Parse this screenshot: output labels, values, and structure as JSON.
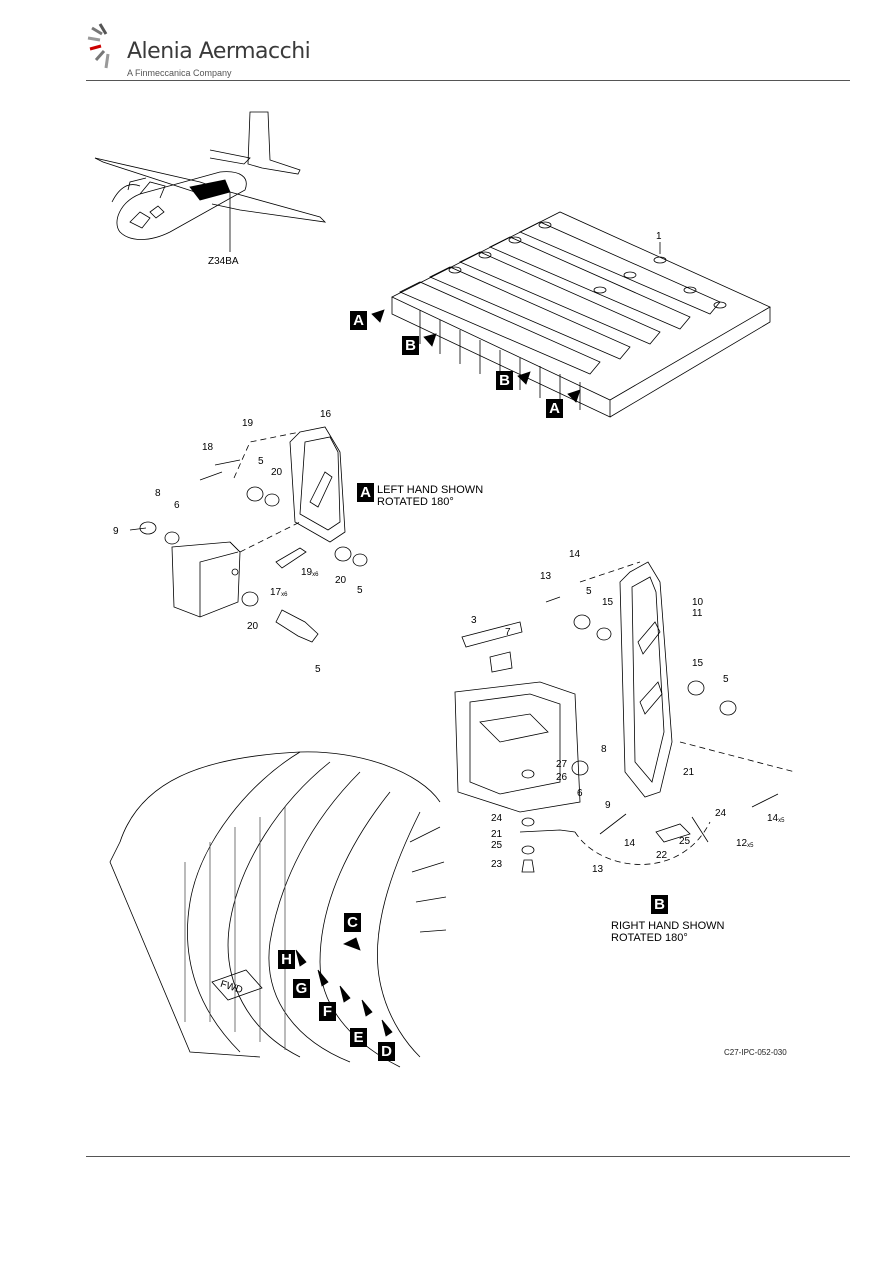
{
  "header": {
    "company_name": "Alenia Aermacchi",
    "company_tagline": "A Finmeccanica Company"
  },
  "figure": {
    "zone_label": "Z34BA",
    "fwd_label": "FWD",
    "reference_code": "C27-IPC-052-030",
    "view_a_note_line1": "LEFT HAND SHOWN",
    "view_a_note_line2": "ROTATED 180°",
    "view_b_note_line1": "RIGHT HAND SHOWN",
    "view_b_note_line2": "ROTATED 180°",
    "callouts": {
      "a": "A",
      "b": "B",
      "c": "C",
      "d": "D",
      "e": "E",
      "f": "F",
      "g": "G",
      "h": "H"
    },
    "item_numbers": {
      "n1": "1",
      "n3": "3",
      "n5": "5",
      "n6": "6",
      "n7": "7",
      "n8": "8",
      "n9": "9",
      "n10": "10",
      "n11": "11",
      "n12": "12",
      "n13": "13",
      "n14": "14",
      "n15": "15",
      "n16": "16",
      "n17": "17",
      "n18": "18",
      "n19": "19",
      "n20": "20",
      "n21": "21",
      "n22": "22",
      "n23": "23",
      "n24": "24",
      "n25": "25",
      "n26": "26",
      "n27": "27"
    },
    "quantity_suffixes": {
      "x5": "x5",
      "x6": "x6"
    }
  }
}
